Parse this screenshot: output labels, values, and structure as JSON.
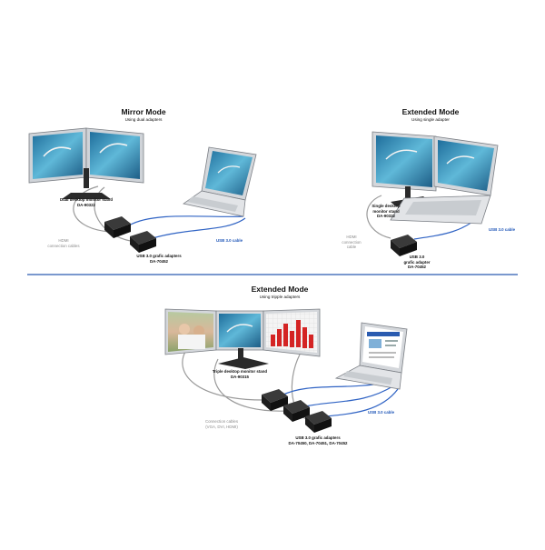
{
  "colors": {
    "divider": "#2a5bb0",
    "usb_cable": "#2f63c4",
    "video_cable": "#9a9a9a",
    "adapter": "#1d1d1d",
    "water": "#3a97c2",
    "bars": "#d42424"
  },
  "mirror": {
    "title": "Mirror Mode",
    "subtitle": "Using dual adapters",
    "stand_label": "Dual desktop monitor stand",
    "stand_code": "DA-90322",
    "hdmi_label_1": "HDMI",
    "hdmi_label_2": "connection cables",
    "adapter_label": "USB 3.0 grafic adapters",
    "adapter_code": "DA-70452",
    "usb_label": "USB 3.0 cable"
  },
  "extended_single": {
    "title": "Extended Mode",
    "subtitle": "Using single adapter",
    "stand_label_1": "Single desktop",
    "stand_label_2": "monitor stand",
    "stand_code": "DA-90322",
    "hdmi_label_1": "HDMI",
    "hdmi_label_2": "connection",
    "hdmi_label_3": "cable",
    "adapter_label_1": "USB 3.0",
    "adapter_label_2": "grafic adapter",
    "adapter_code": "DA-70452",
    "usb_label": "USB 3.0 cable"
  },
  "extended_triple": {
    "title": "Extended Mode",
    "subtitle": "Using tripple adapters",
    "stand_label": "Triple desktop monitor stand",
    "stand_code": "DA-90315",
    "cables_label_1": "Connection cables",
    "cables_label_2": "(VGA, DVI, HDMI)",
    "adapter_label": "USB 3.0 grafic adapters",
    "adapter_codes": "DA-70450, DA-70451, DA-70452",
    "usb_label": "USB 3.0 cable"
  }
}
